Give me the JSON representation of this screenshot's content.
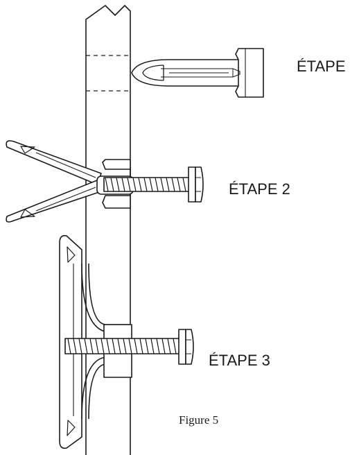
{
  "labels": {
    "step1": "ÉTAPE",
    "step2": "ÉTAPE 2",
    "step3": "ÉTAPE 3"
  },
  "caption": "Figure 5",
  "colors": {
    "line": "#1a1a1a",
    "background": "#ffffff"
  },
  "icons": {
    "step1": "toggle-anchor-closed-icon",
    "step2": "toggle-anchor-spread-icon",
    "step3": "toggle-anchor-set-icon"
  }
}
